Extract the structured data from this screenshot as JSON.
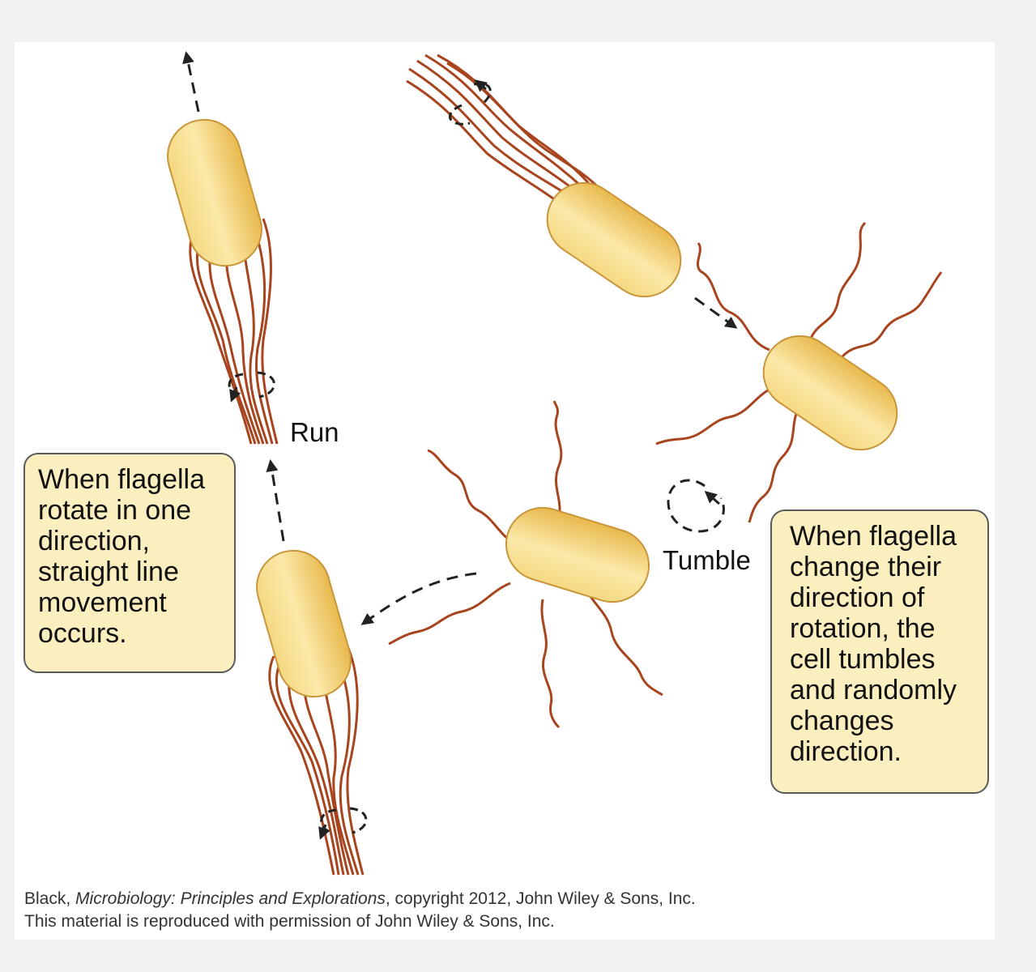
{
  "labels": {
    "run": "Run",
    "tumble": "Tumble"
  },
  "callouts": {
    "left": [
      "When flagella",
      "rotate in one",
      "direction,",
      "straight line",
      "movement",
      "occurs."
    ],
    "right": [
      "When flagella",
      "change their",
      "direction of",
      "rotation, the",
      "cell tumbles",
      "and randomly",
      "changes",
      "direction."
    ]
  },
  "credit": {
    "line1_author": "Black, ",
    "line1_title": "Microbiology: Principles and Explorations",
    "line1_rest": ", copyright 2012, John Wiley & Sons, Inc.",
    "line2": "This material is reproduced with permission of John Wiley & Sons, Inc."
  },
  "colors": {
    "cell_fill": "#f2cf6e",
    "cell_edge": "#c9953a",
    "flagellum": "#a8441e",
    "callout_fill": "#fbefc0",
    "arrow": "#222222"
  }
}
